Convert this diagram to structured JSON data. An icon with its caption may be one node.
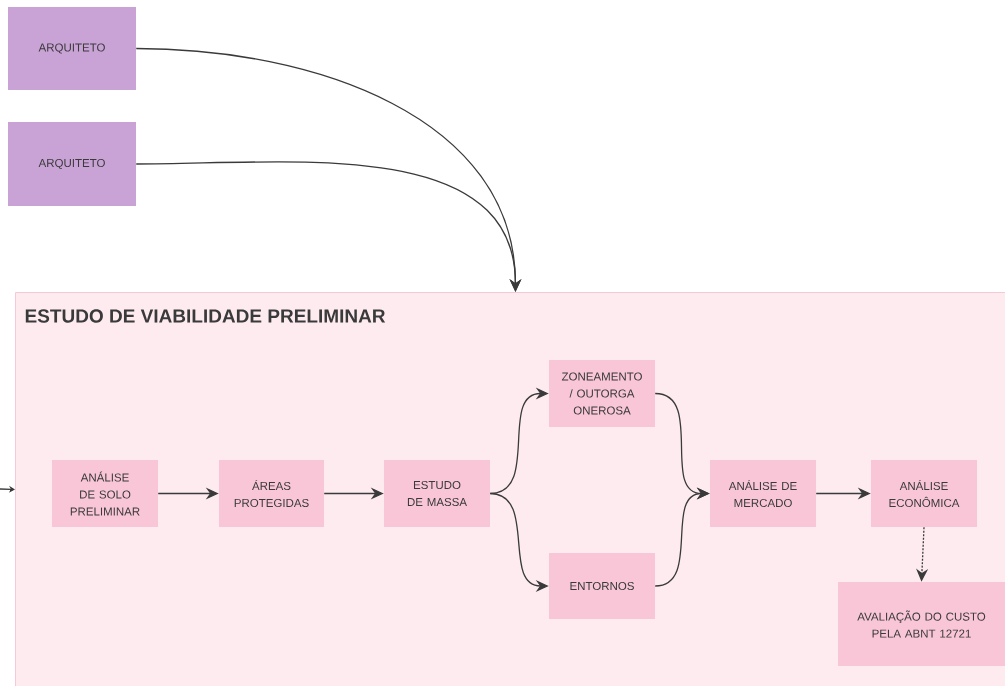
{
  "diagram": {
    "nodes": [
      {
        "text": [
          "ARQUITETO"
        ]
      },
      {
        "text": [
          "ARQUITETO"
        ]
      },
      {
        "text": [
          "ESTUDO DE VIABILIDADE PRELIMINAR"
        ]
      },
      {
        "text": [
          "ANÁLISE DE SOLO PRELIMINAR"
        ],
        "in": 2
      },
      {
        "text": [
          "ÁREAS PROTEGIDAS"
        ],
        "in": 2
      },
      {
        "text": [
          "ESTUDO DE MASSA"
        ],
        "in": 2
      },
      {
        "text": [
          "ZONEAMENTO / OUTORGA ONEROSA"
        ],
        "in": 2
      },
      {
        "text": [
          "ENTORNOS"
        ],
        "in": 2
      },
      {
        "text": [
          "ANÁLISE DE MERCADO"
        ],
        "in": 2
      },
      {
        "text": [
          "ANÁLISE ECONÔMICA"
        ],
        "in": 2
      },
      {
        "text": [
          "AVALIAÇÃO DO CUSTO PELA ABNT 12721"
        ],
        "in": 2
      }
    ],
    "edges": [
      {
        "from": 0,
        "to": 2,
        "arrow": "to"
      },
      {
        "from": 1,
        "to": 2,
        "arrow": "to"
      },
      {
        "from": null,
        "to": 2,
        "arrow": "to"
      },
      {
        "from": 3,
        "to": 4,
        "arrow": "to"
      },
      {
        "from": 4,
        "to": 5,
        "arrow": "to"
      },
      {
        "from": 5,
        "to": 6,
        "arrow": "to"
      },
      {
        "from": 5,
        "to": 7,
        "arrow": "to"
      },
      {
        "from": 6,
        "to": 8,
        "arrow": "to"
      },
      {
        "from": 7,
        "to": 8,
        "arrow": "to"
      },
      {
        "from": 8,
        "to": 9,
        "arrow": "to"
      },
      {
        "from": 9,
        "to": 10,
        "arrow": "to",
        "style": "dashed"
      }
    ]
  }
}
